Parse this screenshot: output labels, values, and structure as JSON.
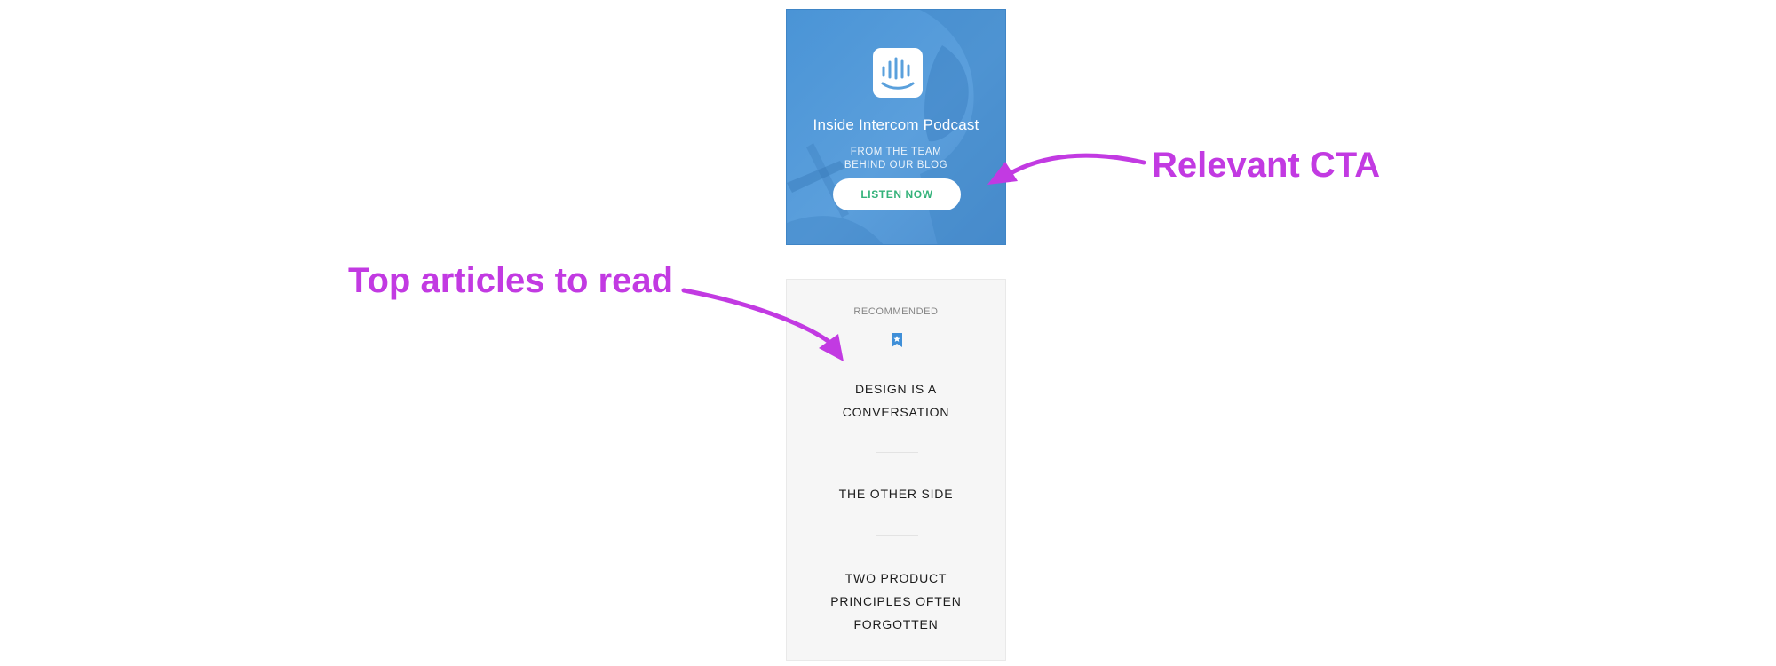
{
  "colors": {
    "cta_background": "#4a94d6",
    "cta_button_text": "#34b27a",
    "annotation": "#c23ae2",
    "recommended_background": "#f6f6f6",
    "bookmark_icon": "#3f8fd8"
  },
  "cta": {
    "logo_icon": "intercom-podcast-logo-icon",
    "title": "Inside Intercom Podcast",
    "subtitle": "FROM THE TEAM\nBEHIND OUR BLOG",
    "button_label": "LISTEN NOW"
  },
  "recommended": {
    "label": "RECOMMENDED",
    "icon": "bookmark-star-icon",
    "items": [
      {
        "title": "DESIGN IS A\nCONVERSATION"
      },
      {
        "title": "THE OTHER SIDE"
      },
      {
        "title": "TWO PRODUCT\nPRINCIPLES OFTEN\nFORGOTTEN"
      }
    ]
  },
  "annotations": {
    "cta_label": "Relevant CTA",
    "articles_label": "Top articles to read"
  }
}
